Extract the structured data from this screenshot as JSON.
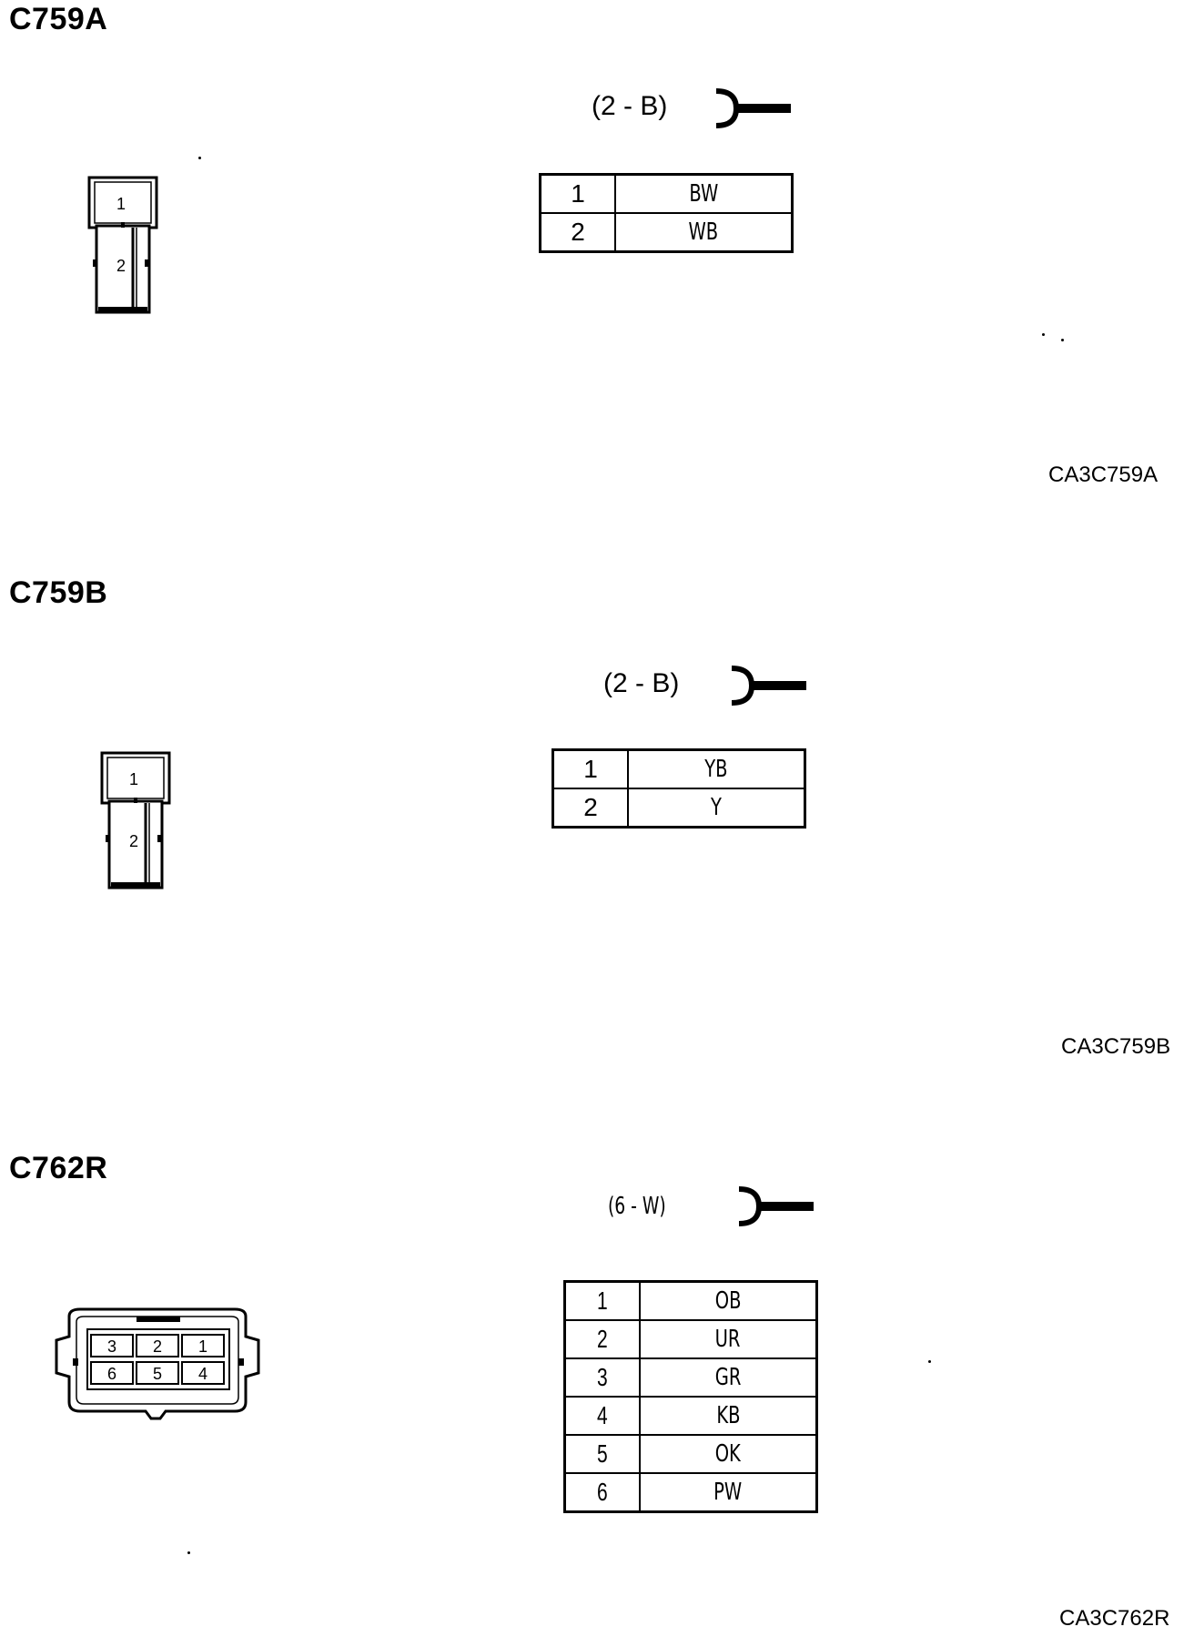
{
  "connectors": [
    {
      "id": "C759A",
      "spec": "(2 - B)",
      "pins": [
        {
          "pin": "1",
          "wire": "BW"
        },
        {
          "pin": "2",
          "wire": "WB"
        }
      ],
      "code": "CA3C759A",
      "face_labels": [
        "1",
        "2"
      ]
    },
    {
      "id": "C759B",
      "spec": "(2 - B)",
      "pins": [
        {
          "pin": "1",
          "wire": "YB"
        },
        {
          "pin": "2",
          "wire": "Y"
        }
      ],
      "code": "CA3C759B",
      "face_labels": [
        "1",
        "2"
      ]
    },
    {
      "id": "C762R",
      "spec": "(6 - W)",
      "pins": [
        {
          "pin": "1",
          "wire": "OB"
        },
        {
          "pin": "2",
          "wire": "UR"
        },
        {
          "pin": "3",
          "wire": "GR"
        },
        {
          "pin": "4",
          "wire": "KB"
        },
        {
          "pin": "5",
          "wire": "OK"
        },
        {
          "pin": "6",
          "wire": "PW"
        }
      ],
      "code": "CA3C762R",
      "face_labels": [
        "3",
        "2",
        "1",
        "6",
        "5",
        "4"
      ]
    }
  ],
  "icons": {
    "terminal": "female-terminal-icon"
  }
}
